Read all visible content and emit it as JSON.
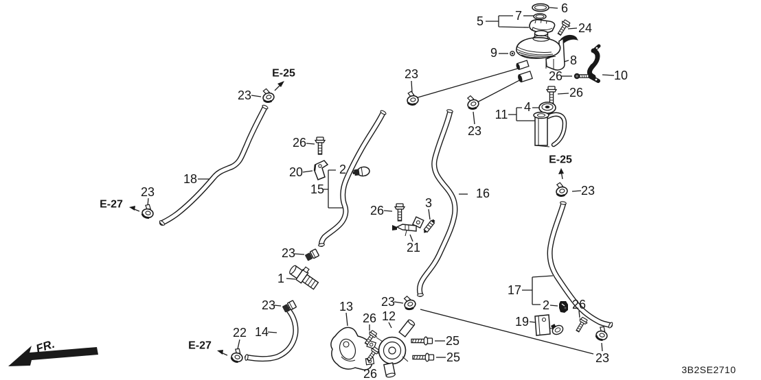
{
  "diagram_code": "3B2SE2710",
  "direction_label": "FR.",
  "refs": {
    "e25": "E-25",
    "e27": "E-27"
  },
  "parts": {
    "p1": "1",
    "p2": "2",
    "p3": "3",
    "p4": "4",
    "p5": "5",
    "p6": "6",
    "p7": "7",
    "p8": "8",
    "p9": "9",
    "p10": "10",
    "p11": "11",
    "p12": "12",
    "p13": "13",
    "p14": "14",
    "p15": "15",
    "p16": "16",
    "p17": "17",
    "p18": "18",
    "p19": "19",
    "p20": "20",
    "p21": "21",
    "p22": "22",
    "p23": "23",
    "p24": "24",
    "p25": "25",
    "p26": "26"
  }
}
